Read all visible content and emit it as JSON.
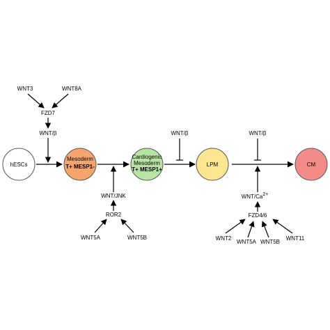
{
  "nodes": {
    "hescs": {
      "label": "hESCs",
      "fill": "#ffffff"
    },
    "mesoderm": {
      "line1": "Mesoderm",
      "line2": "T+ MESP1-",
      "fill": "#f5a46d"
    },
    "cardiogenic": {
      "line1": "Cardiogenic",
      "line2": "Mesoderm",
      "line3": "T+ MESP1+",
      "fill": "#b9e3a4"
    },
    "lpm": {
      "label": "LPM",
      "fill": "#fde68f"
    },
    "cm": {
      "label": "CM",
      "fill": "#f48b8b"
    }
  },
  "labels": {
    "wnt3": "WNT3",
    "wnt8a": "WNT8A",
    "fzd7": "FZD7",
    "wnt_beta_1": "WNT/β",
    "wnt_beta_2": "WNT/β",
    "wnt_beta_3": "WNT/β",
    "wnt_jnk": "WNT/JNK",
    "ror2": "ROR2",
    "wnt5a_1": "WNT5A",
    "wnt5b_1": "WNT5B",
    "wnt_ca_base": "WNT/Ca",
    "wnt_ca_sup": "2+",
    "fzd46": "FZD4/6",
    "wnt2": "WNT2",
    "wnt5a_2": "WNT5A",
    "wnt5b_2": "WNT5B",
    "wnt11": "WNT11"
  }
}
